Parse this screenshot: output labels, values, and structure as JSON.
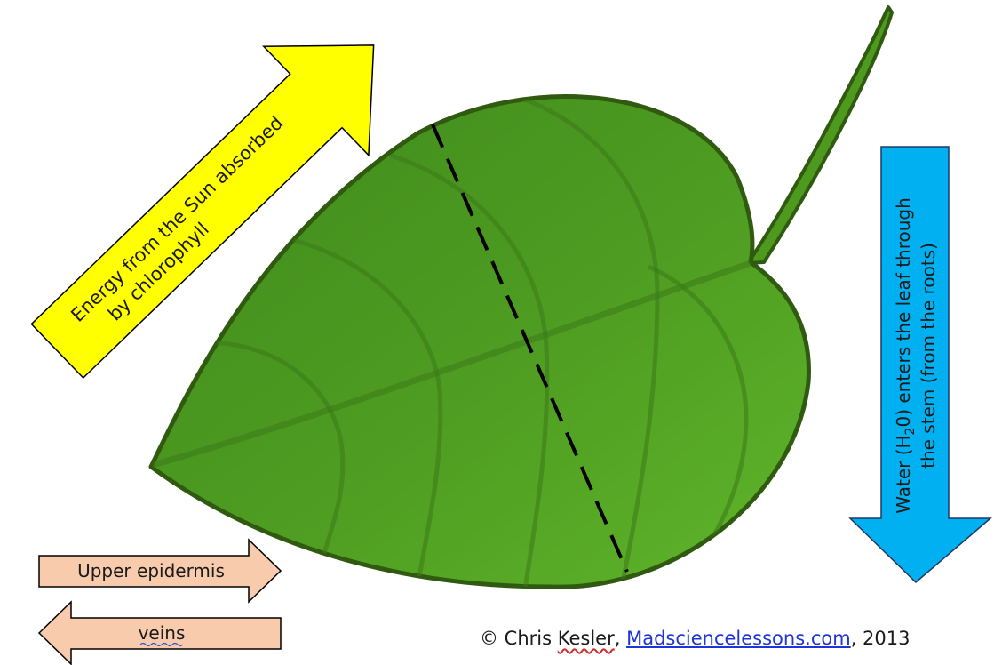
{
  "sun_arrow": {
    "line1": "Energy from the Sun absorbed",
    "line2": "by chlorophyll",
    "color": "#ffff00"
  },
  "water_arrow": {
    "line1_prefix": "Water (H",
    "line1_sub": "2",
    "line1_suffix": "0) enters the leaf through",
    "line2": "the stem (from the roots)",
    "color": "#00b0f0"
  },
  "epidermis_arrow": {
    "label": "Upper epidermis",
    "color": "#f8cbad"
  },
  "veins_arrow": {
    "label": "veins",
    "color": "#f8cbad"
  },
  "leaf": {
    "fill": "#4e9a1e",
    "outline": "#2f5a10"
  },
  "credit": {
    "prefix": "© Chris ",
    "author_surname": "Kesler",
    "separator": ", ",
    "site": "Madsciencelessons.com",
    "suffix": ", 2013"
  }
}
